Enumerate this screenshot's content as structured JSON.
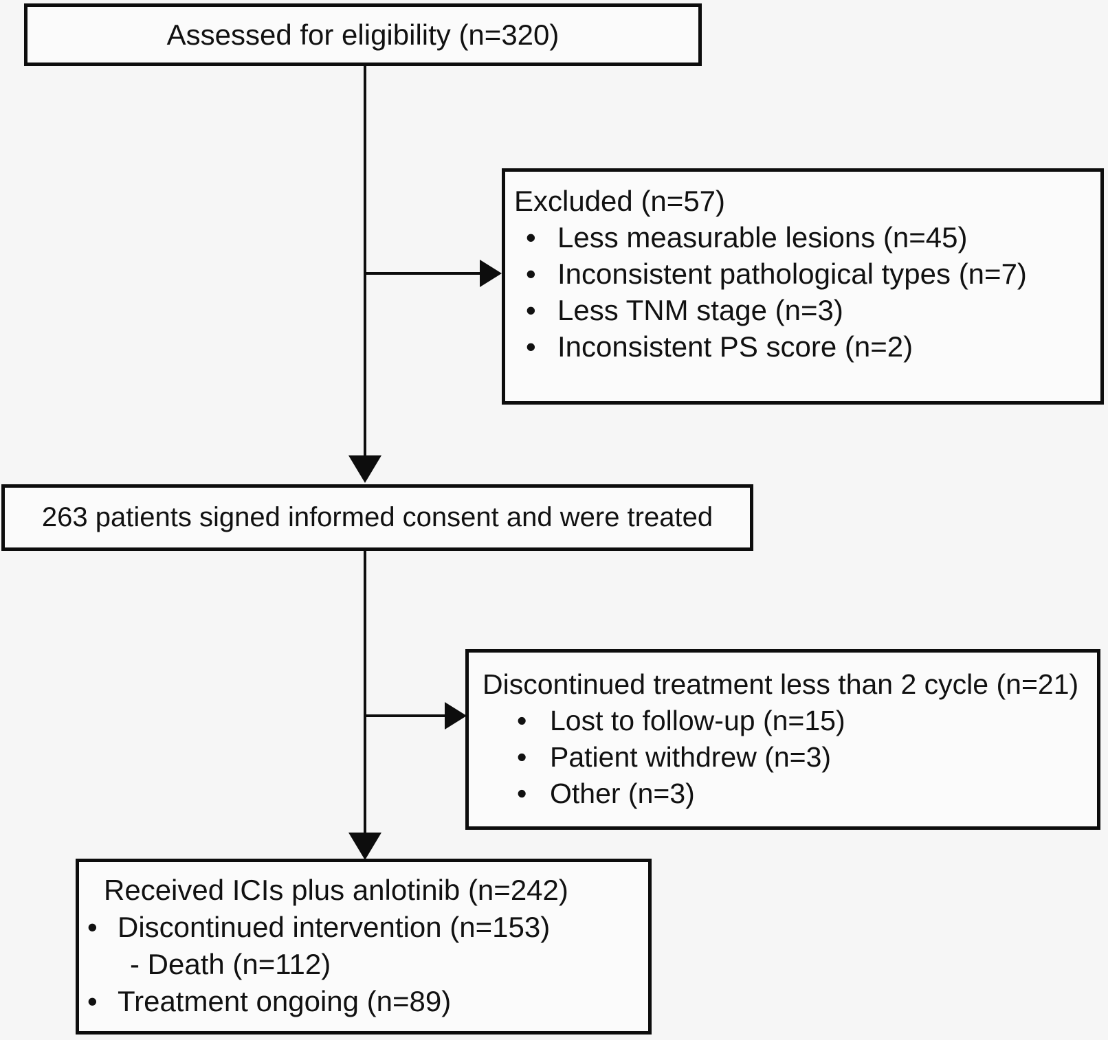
{
  "colors": {
    "background": "#f6f6f6",
    "box_fill": "#fbfbfb",
    "border": "#0d0d0d",
    "text": "#111111"
  },
  "glyphs": {
    "bullet": "•"
  },
  "flowchart": {
    "assessed": {
      "text": "Assessed for eligibility (n=320)"
    },
    "excluded": {
      "title": "Excluded (n=57)",
      "items": [
        "Less measurable lesions (n=45)",
        "Inconsistent pathological types (n=7)",
        "Less TNM stage (n=3)",
        "Inconsistent PS score (n=2)"
      ]
    },
    "consented": {
      "text": "263 patients signed informed consent and were treated"
    },
    "discontinued": {
      "title": "Discontinued treatment less than 2 cycle (n=21)",
      "items": [
        "Lost to follow-up (n=15)",
        "Patient withdrew (n=3)",
        "Other (n=3)"
      ]
    },
    "received": {
      "title": "Received ICIs plus anlotinib (n=242)",
      "items": [
        "Discontinued intervention (n=153)",
        "Treatment ongoing (n=89)"
      ],
      "sub_item": "- Death (n=112)"
    }
  }
}
